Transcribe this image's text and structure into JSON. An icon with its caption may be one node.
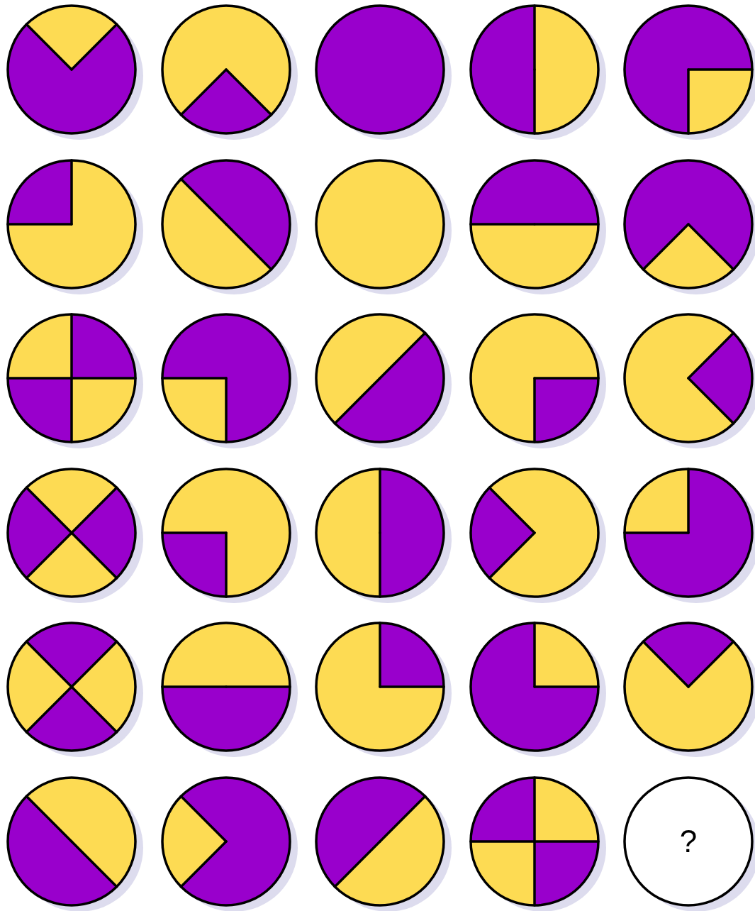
{
  "diagram": {
    "nodes": [
      {
        "text": [],
        "shape": "circle"
      },
      {
        "text": [],
        "shape": "circle"
      },
      {
        "text": [],
        "shape": "circle"
      },
      {
        "text": [],
        "shape": "circle"
      },
      {
        "text": [],
        "shape": "circle"
      },
      {
        "text": [],
        "shape": "circle"
      },
      {
        "text": [],
        "shape": "circle"
      },
      {
        "text": [],
        "shape": "circle"
      },
      {
        "text": [],
        "shape": "circle"
      },
      {
        "text": [],
        "shape": "circle"
      },
      {
        "text": [],
        "shape": "circle"
      },
      {
        "text": [],
        "shape": "circle"
      },
      {
        "text": [],
        "shape": "circle"
      },
      {
        "text": [],
        "shape": "circle"
      },
      {
        "text": [],
        "shape": "circle"
      },
      {
        "text": [],
        "shape": "circle"
      },
      {
        "text": [],
        "shape": "circle"
      },
      {
        "text": [],
        "shape": "circle"
      },
      {
        "text": [],
        "shape": "circle"
      },
      {
        "text": [],
        "shape": "circle"
      },
      {
        "text": [],
        "shape": "circle"
      },
      {
        "text": [],
        "shape": "circle"
      },
      {
        "text": [],
        "shape": "circle"
      },
      {
        "text": [],
        "shape": "circle"
      },
      {
        "text": [],
        "shape": "circle"
      },
      {
        "text": [],
        "shape": "circle"
      },
      {
        "text": [],
        "shape": "circle"
      },
      {
        "text": [],
        "shape": "circle"
      },
      {
        "text": [],
        "shape": "circle"
      },
      {
        "text": [
          "?"
        ]
      }
    ]
  }
}
